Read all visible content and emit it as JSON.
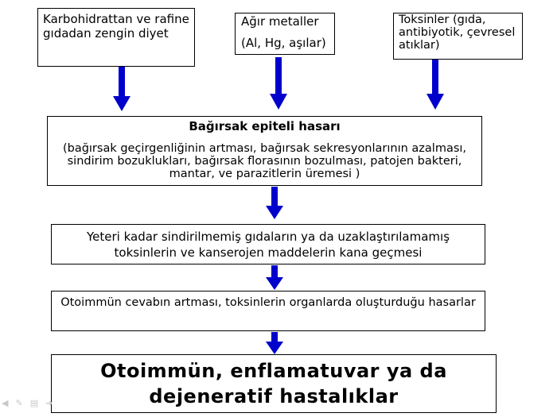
{
  "diagram": {
    "causes": [
      "Karbohidrattan ve rafine gıdadan zengin diyet",
      "Ağır metaller",
      "(Al, Hg, aşılar)",
      "Toksinler (gıda, antibiyotik, çevresel atıklar)"
    ],
    "step1_title": "Bağırsak epiteli hasarı",
    "step1_detail": "(bağırsak geçirgenliğinin artması, bağırsak sekresyonlarının azalması, sindirim bozuklukları, bağırsak florasının bozulması, patojen bakteri, mantar, ve parazitlerin üremesi )",
    "step2": "Yeteri kadar sindirilmemiş gıdaların ya da uzaklaştırılamamış toksinlerin ve kanserojen maddelerin kana geçmesi",
    "step3": "Otoimmün cevabın artması, toksinlerin organlarda oluşturduğu hasarlar",
    "outcome": "Otoimmün, enflamatuvar ya da dejeneratif hastalıklar",
    "arrow_color": "#0000cc"
  },
  "nav": {
    "icons": [
      "back-icon",
      "pen-icon",
      "menu-icon",
      "forward-icon"
    ]
  }
}
